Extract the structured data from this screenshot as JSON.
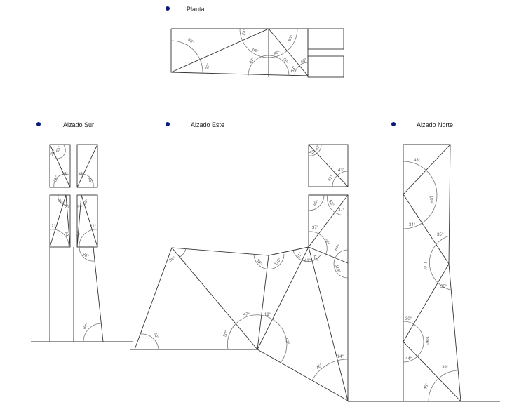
{
  "colors": {
    "bullet": "#0b1a7a",
    "line": "#333333"
  },
  "sections": {
    "planta": {
      "title": "Planta",
      "angles": [
        "66°",
        "24°",
        "66°",
        "27°",
        "40°",
        "50°",
        "87°",
        "55°",
        "40°",
        "53°"
      ]
    },
    "sur": {
      "title": "Alzado Sur",
      "angles": [
        "25°",
        "65°",
        "25°",
        "65°",
        "25°",
        "65°",
        "69°",
        "21°",
        "21°",
        "69°",
        "69°",
        "21°",
        "21°",
        "69°",
        "96°",
        "84°"
      ]
    },
    "este": {
      "title": "Alzado Este",
      "angles": [
        "45°",
        "47°",
        "43°",
        "47°",
        "90°",
        "53°",
        "37°",
        "37°",
        "76°",
        "67°",
        "113°",
        "51°",
        "41°",
        "53°",
        "89°",
        "110°",
        "88°",
        "70°",
        "50°",
        "47°",
        "19°",
        "93°",
        "46°",
        "14°"
      ]
    },
    "norte": {
      "title": "Alzado Norte",
      "angles": [
        "43°",
        "103°",
        "34°",
        "35°",
        "110°",
        "35°",
        "30°",
        "106°",
        "44°",
        "39°",
        "45°"
      ]
    }
  }
}
